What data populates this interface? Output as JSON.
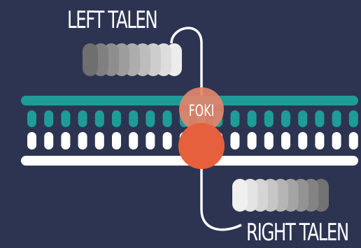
{
  "labels": {
    "left_talen": "LEFT TALEN",
    "right_talen": "RIGHT TALEN",
    "foki": "FOKI"
  },
  "colors": {
    "background": "#2d3452",
    "top_strand": "#1e9c97",
    "bottom_strand": "#ffffff",
    "foki_upper": "#e4856a",
    "foki_lower": "#e6603d",
    "linker": "#ffffff"
  },
  "top_strand_bases": 20,
  "bottom_strand_bases": 20,
  "left_talen_repeat_shades": [
    "#6f6f6f",
    "#808080",
    "#8e8e8e",
    "#9d9d9d",
    "#adadad",
    "#bdbdbd",
    "#cdcdcd",
    "#dddddd",
    "#ececec"
  ],
  "right_talen_repeat_shades": [
    "#f0f0f0",
    "#e4e4e4",
    "#d5d5d5",
    "#c6c6c6",
    "#b5b5b5",
    "#a4a4a4",
    "#939393",
    "#838383",
    "#727272"
  ]
}
